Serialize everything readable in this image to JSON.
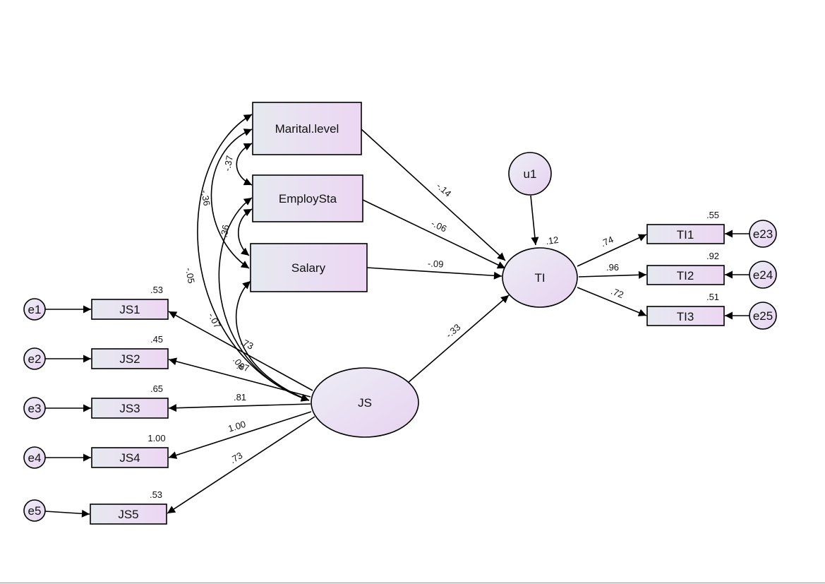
{
  "variables": {
    "marital": "Marital.level",
    "employ": "EmploySta",
    "salary": "Salary",
    "js": "JS",
    "ti": "TI",
    "u1": "u1",
    "js1": "JS1",
    "js2": "JS2",
    "js3": "JS3",
    "js4": "JS4",
    "js5": "JS5",
    "ti1": "TI1",
    "ti2": "TI2",
    "ti3": "TI3",
    "e1": "e1",
    "e2": "e2",
    "e3": "e3",
    "e4": "e4",
    "e5": "e5",
    "e23": "e23",
    "e24": "e24",
    "e25": "e25"
  },
  "r_squared": {
    "js1": ".53",
    "js2": ".45",
    "js3": ".65",
    "js4": "1.00",
    "js5": ".53",
    "ti1": ".55",
    "ti2": ".92",
    "ti3": ".51",
    "ti": ".12"
  },
  "paths": {
    "marital_ti": "-.14",
    "employ_ti": "-.06",
    "salary_ti": "-.09",
    "js_ti": "-.33",
    "ti_ti1": ".74",
    "ti_ti2": ".96",
    "ti_ti3": ".72",
    "js_js1": ".73",
    "js_js2": ".67",
    "js_js3": ".81",
    "js_js4": "1.00",
    "js_js5": ".73"
  },
  "covariances": {
    "marital_employ": "-.37",
    "marital_salary": "-.36",
    "employ_salary": ".36",
    "marital_js": "-.05",
    "employ_js": "-.07",
    "salary_js": ".08"
  },
  "colors": {
    "node_fill_start": "#e6e9f0",
    "node_fill_end": "#ecd6f3",
    "stroke": "#000000"
  }
}
